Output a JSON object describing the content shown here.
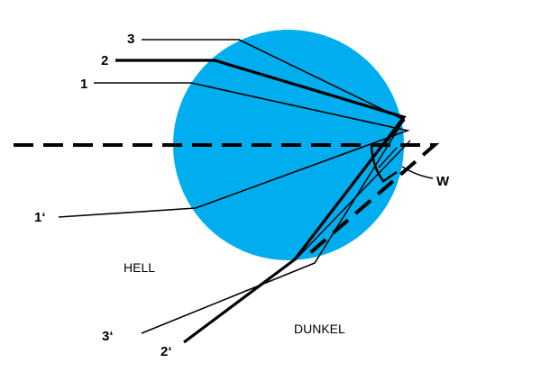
{
  "colors": {
    "sphere": "#00AEEF",
    "ink": "#000000"
  },
  "labels": {
    "ray_1": "1",
    "ray_2": "2",
    "ray_3": "3",
    "ray_1_out": "1‘",
    "ray_2_out": "2‘",
    "ray_3_out": "3‘",
    "angle": "W",
    "bright": "HELL",
    "dark": "DUNKEL"
  }
}
